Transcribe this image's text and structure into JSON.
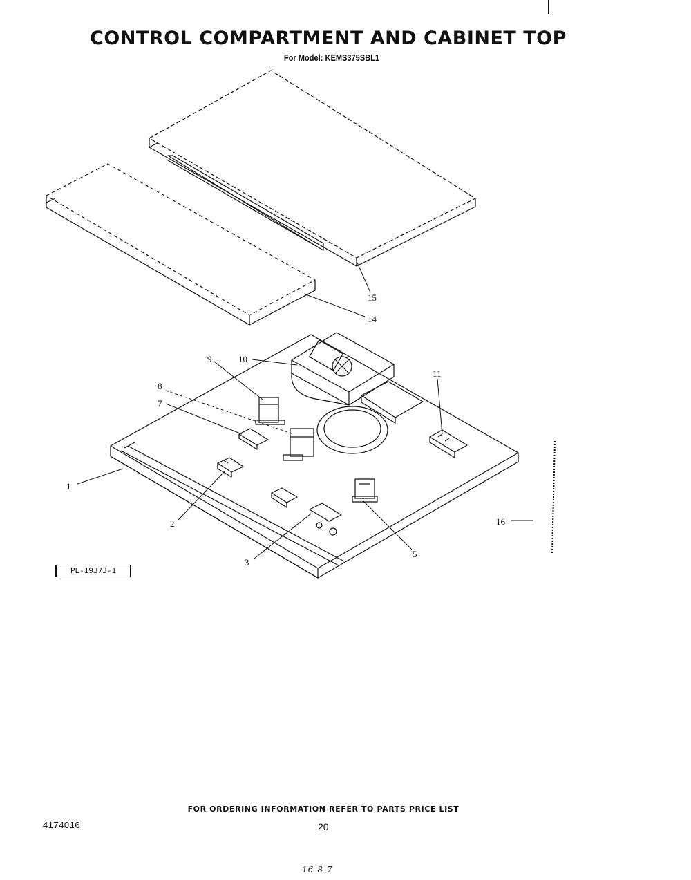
{
  "header": {
    "title": "CONTROL COMPARTMENT AND CABINET TOP",
    "subtitle": "For Model: KEMS375SBL1"
  },
  "diagram": {
    "callouts": [
      {
        "id": "1",
        "label": "1"
      },
      {
        "id": "2",
        "label": "2"
      },
      {
        "id": "3",
        "label": "3"
      },
      {
        "id": "5",
        "label": "5"
      },
      {
        "id": "7",
        "label": "7"
      },
      {
        "id": "8",
        "label": "8"
      },
      {
        "id": "9",
        "label": "9"
      },
      {
        "id": "10",
        "label": "10"
      },
      {
        "id": "11",
        "label": "11"
      },
      {
        "id": "14",
        "label": "14"
      },
      {
        "id": "15",
        "label": "15"
      },
      {
        "id": "16",
        "label": "16"
      }
    ],
    "plate_label": "PL-19373-1"
  },
  "footer": {
    "ordering_note": "FOR ORDERING INFORMATION REFER TO PARTS PRICE LIST",
    "part_number": "4174016",
    "page_number": "20",
    "handwritten_note": "16-8-7"
  }
}
